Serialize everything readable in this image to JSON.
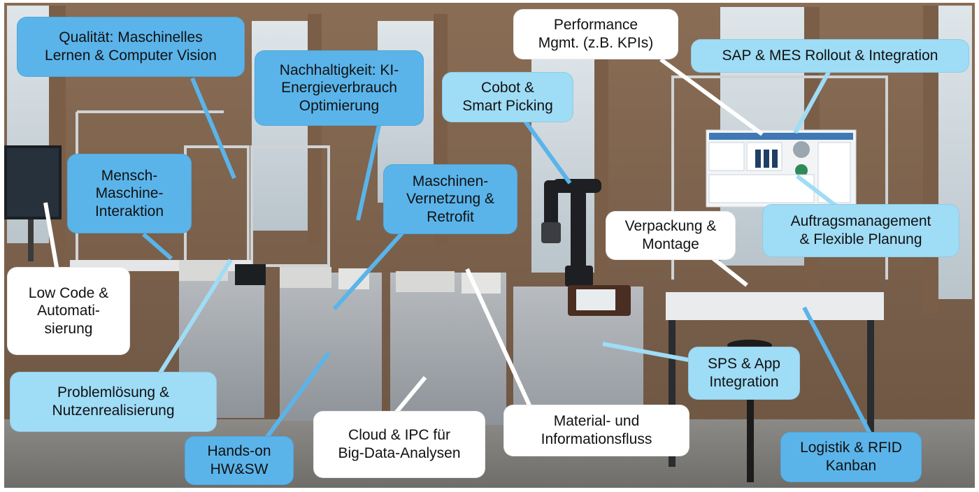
{
  "colors": {
    "blue_label": "#5ab4ea",
    "light_label": "#9fdcf6",
    "white_label": "#ffffff",
    "connector_blue": "#5ab4ea",
    "connector_light": "#9fdcf6",
    "connector_white": "#ffffff"
  },
  "labels": {
    "qualitaet": "Qualität: Maschinelles\nLernen & Computer Vision",
    "nachhaltigkeit": "Nachhaltigkeit: KI-\nEnergieverbrauch\nOptimierung",
    "performance": "Performance\nMgmt. (z.B. KPIs)",
    "sap_mes": "SAP & MES Rollout & Integration",
    "cobot": "Cobot &\nSmart Picking",
    "mensch_maschine": "Mensch-\nMaschine-\nInteraktion",
    "vernetzung": "Maschinen-\nVernetzung &\nRetrofit",
    "verpackung": "Verpackung &\nMontage",
    "auftrag": "Auftragsmanagement\n& Flexible Planung",
    "low_code": "Low Code &\nAutomati-\nsierung",
    "sps_app": "SPS & App\nIntegration",
    "problemloesung": "Problemlösung &\nNutzenrealisierung",
    "cloud_ipc": "Cloud & IPC für\nBig-Data-Analysen",
    "material": "Material- und\nInformationsfluss",
    "hands_on": "Hands-on\nHW&SW",
    "logistik": "Logistik & RFID\nKanban"
  }
}
